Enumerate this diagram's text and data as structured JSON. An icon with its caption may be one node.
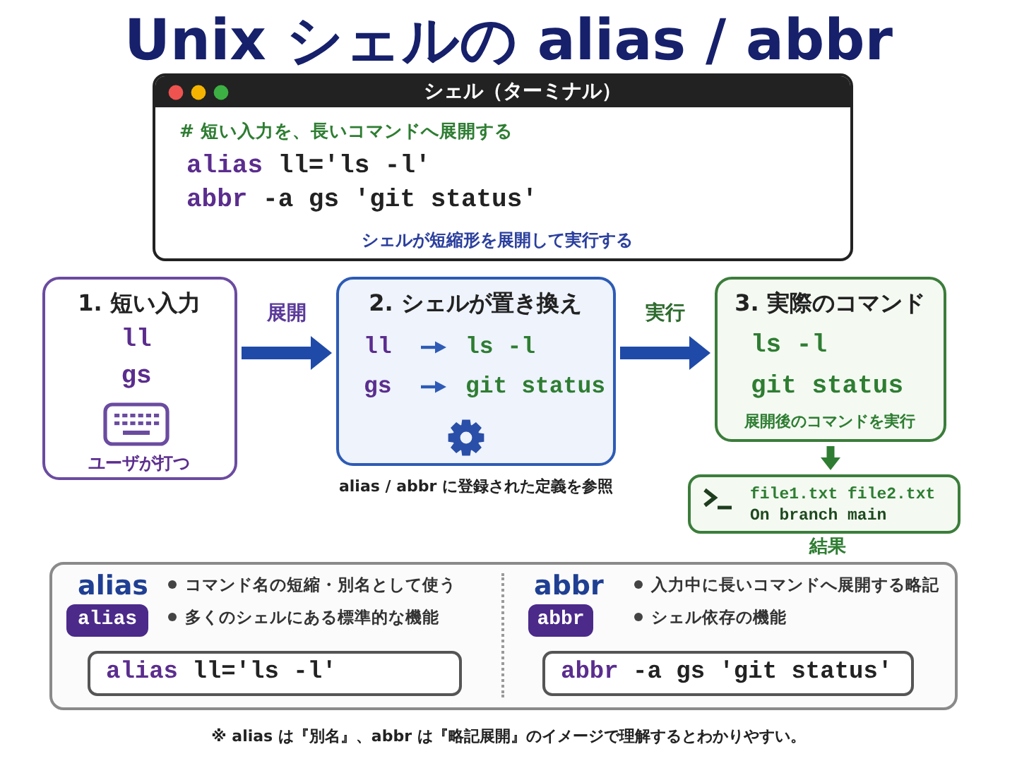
{
  "diagram": {
    "title": "Unix シェルの alias / abbr",
    "nodes": [
      {
        "text": [
          "シェル（ターミナル）",
          "# 短い入力を、長いコマンドへ展開する",
          "alias ll='ls -l'",
          "abbr -a gs 'git status'",
          "シェルが短縮形を展開して実行する"
        ]
      },
      {
        "text": [
          "1. 短い入力",
          "ll",
          "gs",
          "ユーザが打つ"
        ]
      },
      {
        "text": [
          "2. シェルが置き換え",
          "ll",
          "ls -l",
          "gs",
          "git status"
        ],
        "beside": [
          "alias / abbr に登録された定義を参照"
        ]
      },
      {
        "text": [
          "3. 実際のコマンド",
          "ls -l",
          "git status",
          "展開後のコマンドを実行"
        ]
      },
      {
        "text": [
          "file1.txt file2.txt",
          "On branch main"
        ],
        "beside": [
          "結果"
        ]
      },
      {
        "text": [
          "alias",
          "コマンド名の短縮・別名として使う",
          "多くのシェルにある標準的な機能",
          "abbr",
          "入力中に長いコマンドへ展開する略記",
          "シェル依存の機能"
        ]
      },
      {
        "text": [
          "alias"
        ],
        "in": 5
      },
      {
        "text": [
          "alias ll='ls -l'"
        ],
        "in": 5
      },
      {
        "text": [
          "abbr"
        ],
        "in": 5
      },
      {
        "text": [
          "abbr -a gs 'git status'"
        ],
        "in": 5
      }
    ],
    "edges": [
      {
        "from": 1,
        "to": 2,
        "arrow": "to",
        "label": "展開"
      },
      {
        "from": 2,
        "to": 3,
        "arrow": "to",
        "label": "実行"
      },
      {
        "from": 3,
        "to": 4,
        "arrow": "to",
        "color": "#2e7d32"
      }
    ],
    "labels": [
      "※ alias は『別名』、abbr は『略記展開』のイメージで理解するとわかりやすい。"
    ]
  }
}
